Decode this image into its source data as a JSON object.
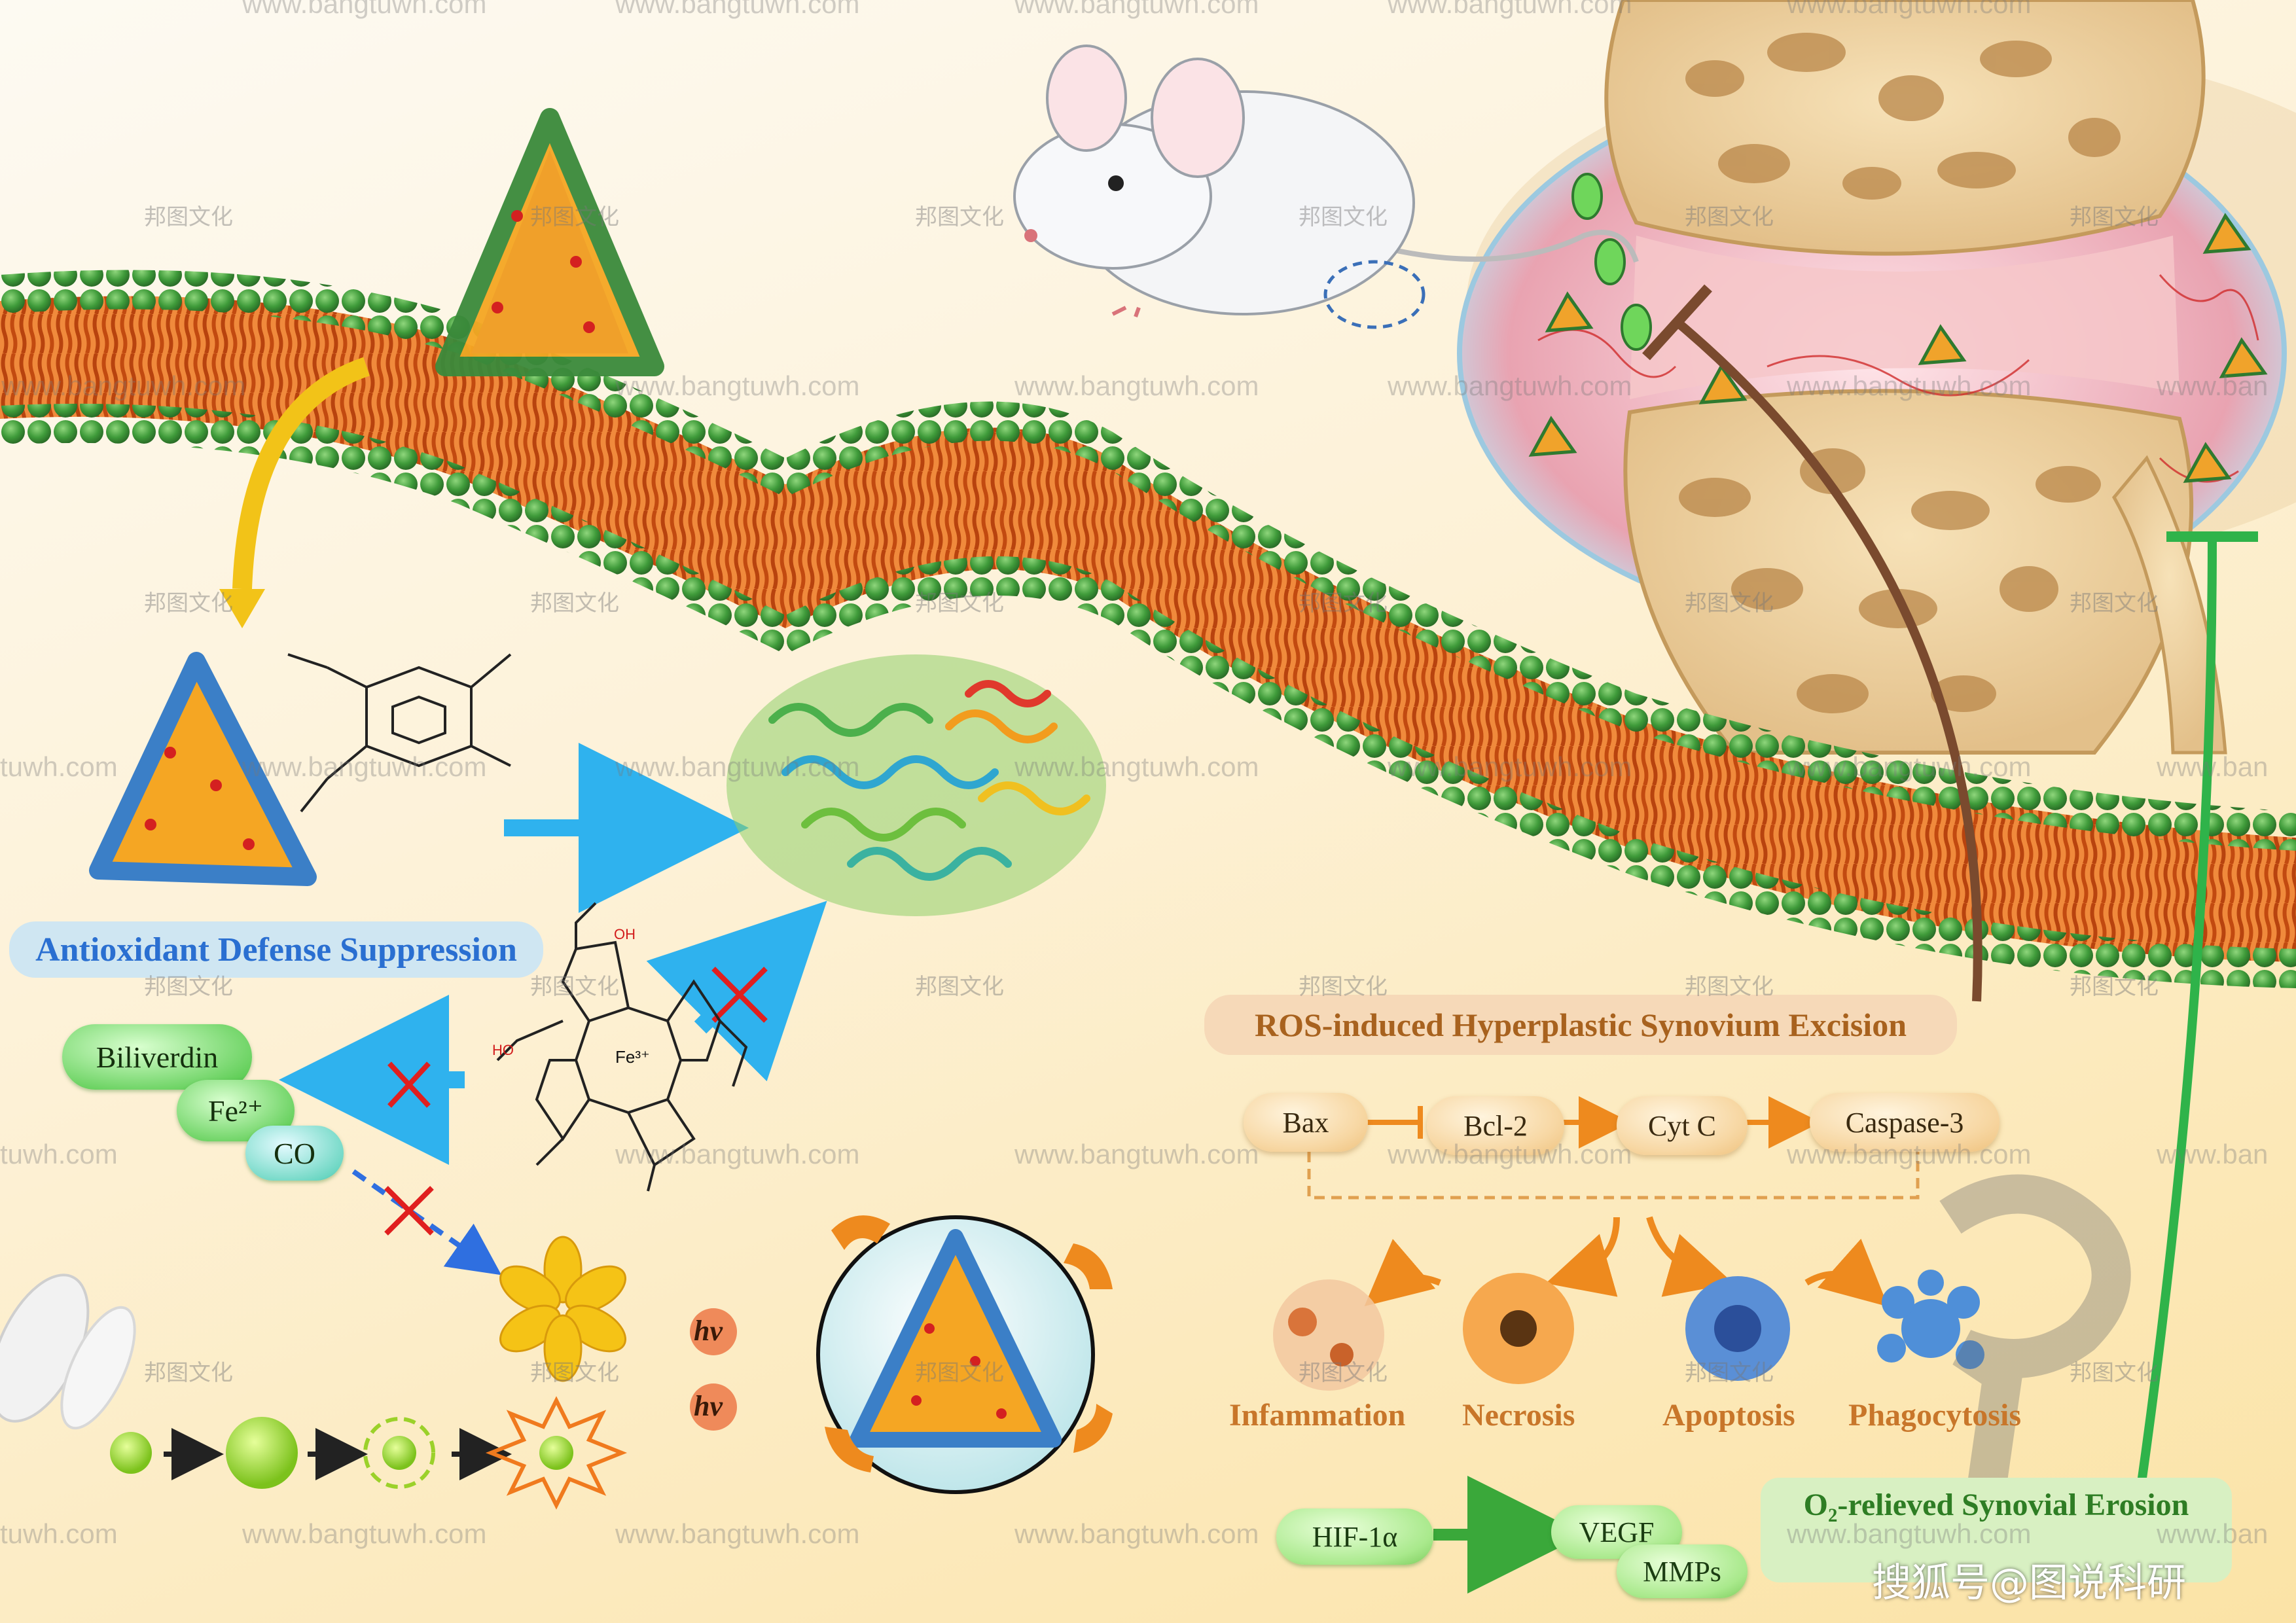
{
  "labels": {
    "antioxidant": "Antioxidant Defense Suppression",
    "ros_excision": "ROS-induced Hyperplastic Synovium Excision",
    "o2_relieved": "O₂-relieved Synovial Erosion",
    "hv1": "hν",
    "hv2": "hν"
  },
  "heme_products": {
    "biliverdin": "Biliverdin",
    "fe": "Fe²⁺",
    "co": "CO"
  },
  "heme_molecule": {
    "fe_center": "Fe³⁺",
    "oh_top": "OH",
    "oh_left": "HO"
  },
  "apoptosis_pathway": {
    "bax": "Bax",
    "bcl2": "Bcl-2",
    "cytc": "Cyt C",
    "caspase3": "Caspase-3"
  },
  "cell_fates": {
    "inflammation": "Infammation",
    "necrosis": "Necrosis",
    "apoptosis": "Apoptosis",
    "phagocytosis": "Phagocytosis"
  },
  "hypoxia": {
    "hif": "HIF-1α",
    "vegf": "VEGF",
    "mmps": "MMPs"
  },
  "watermarks": {
    "url": "www.bangtuwh.com",
    "url_partial_left": "tuwh.com",
    "url_partial_right": "www.ban",
    "cn": "邦图文化",
    "source": "搜狐号@图说科研"
  },
  "colors": {
    "membrane_head": "#3f9b3a",
    "membrane_tail": "#d2581a",
    "label_blue": "#2a6fd1",
    "label_brown": "#a8621e",
    "pill_blue": "#cfe6f2",
    "pill_orange": "#f6d9b8",
    "pill_green": "#d8f0c2",
    "inhibit_brown": "#7a4a2e",
    "inhibit_green": "#2fb34a",
    "arrow_yellow": "#f2c318",
    "arrow_blue": "#2fb2ee",
    "arrow_orange": "#ee8a1e",
    "cross_red": "#e01f1f"
  }
}
